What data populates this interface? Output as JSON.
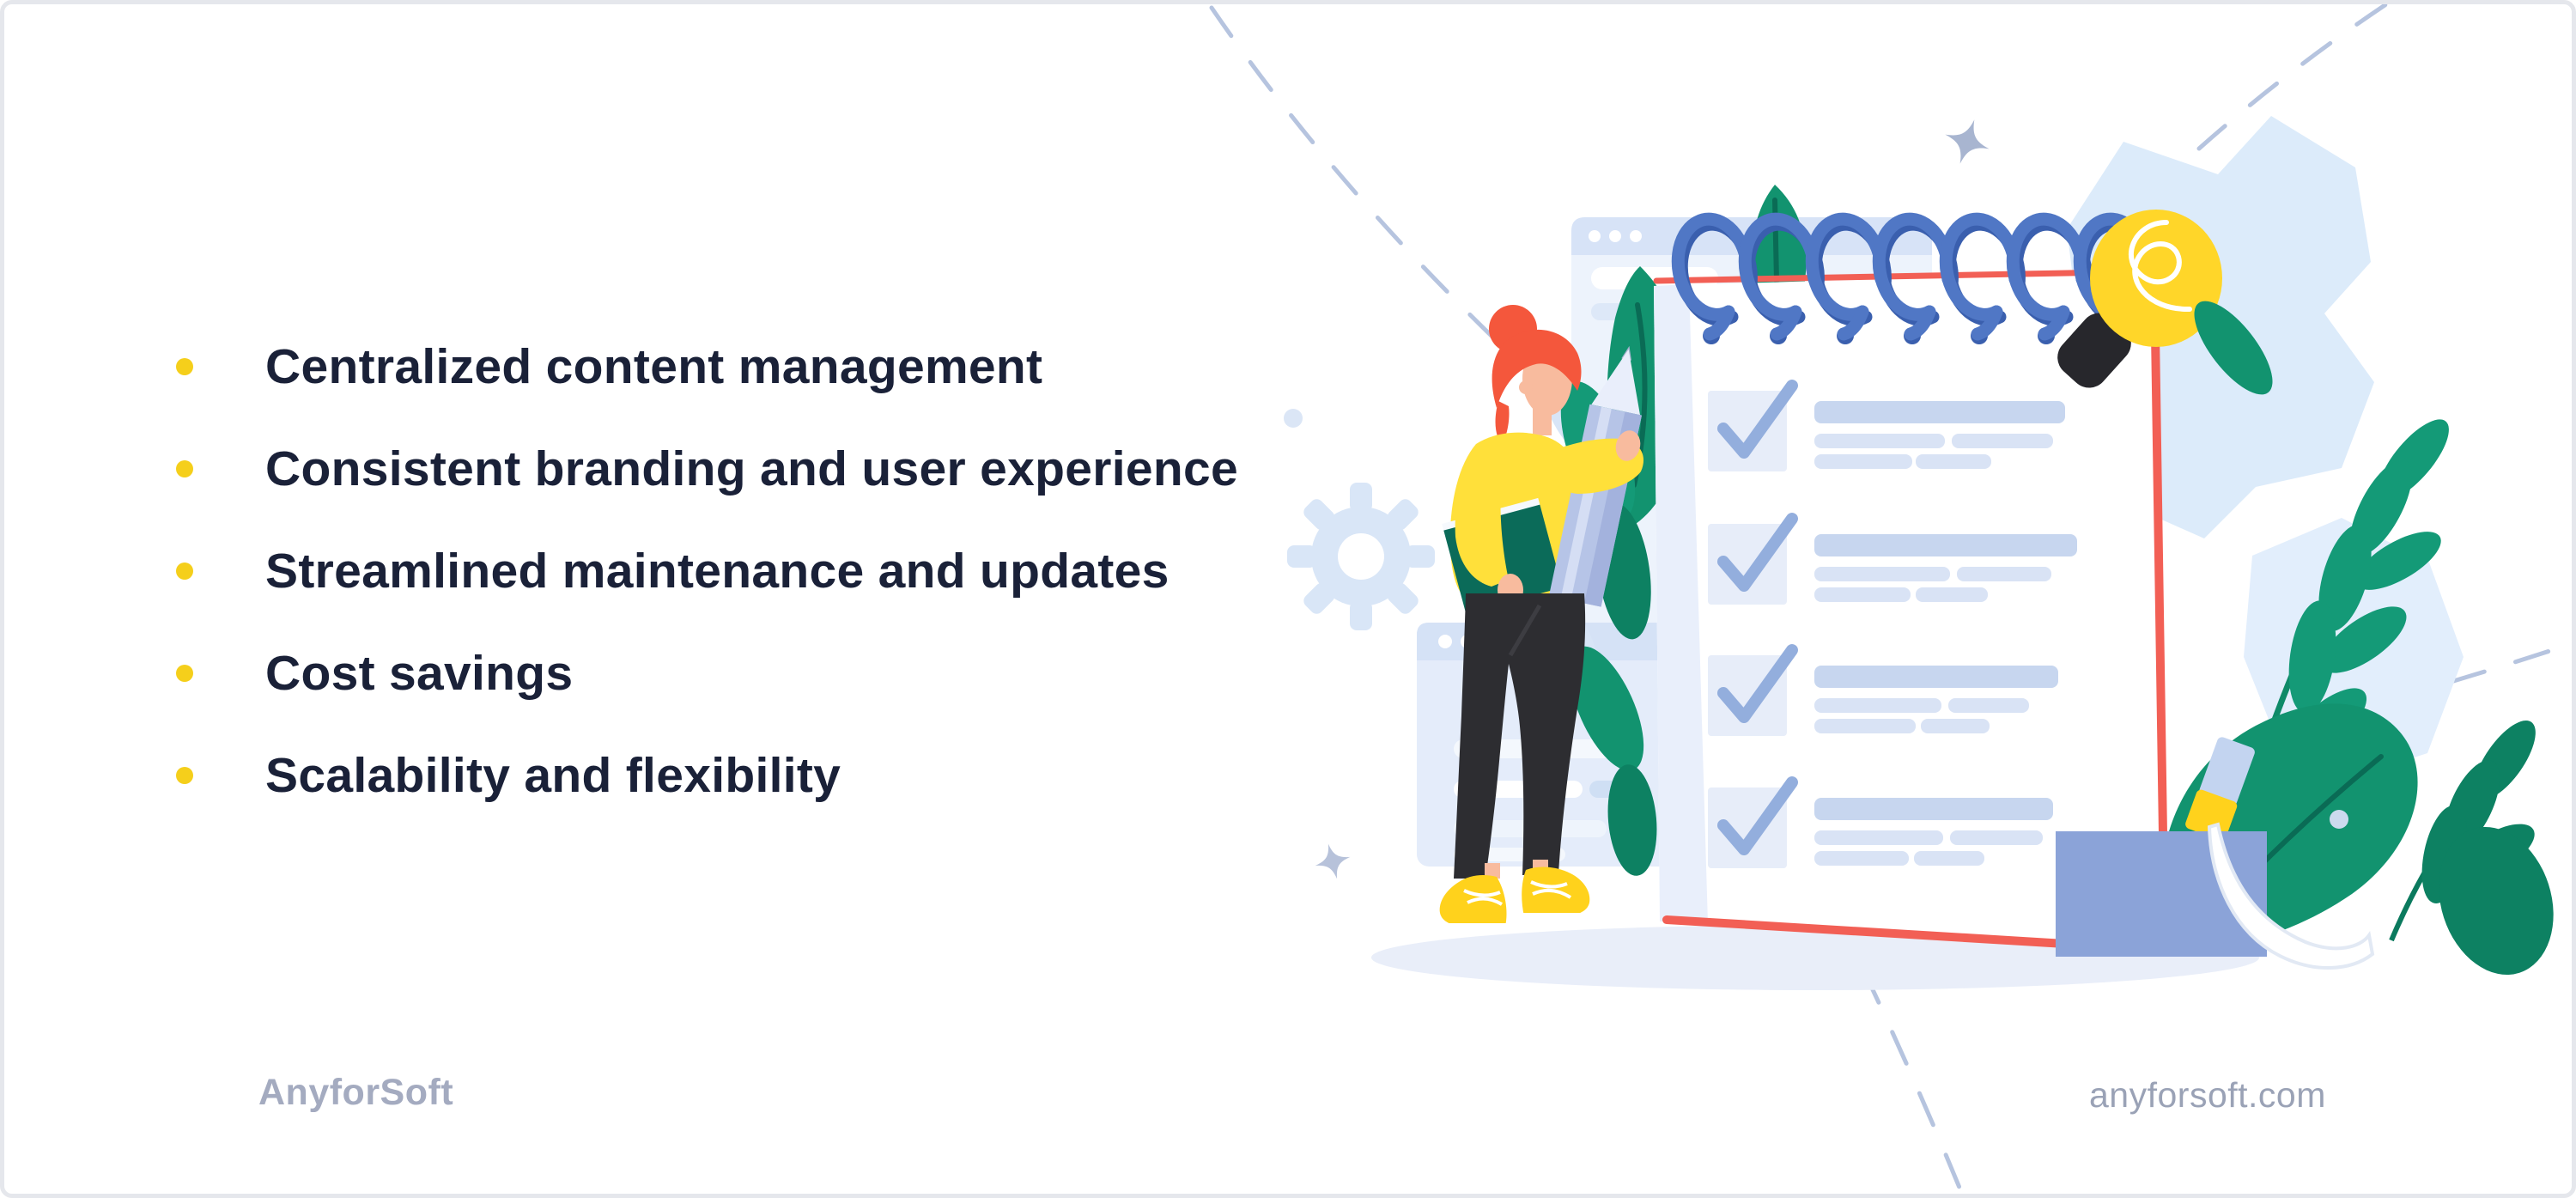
{
  "page": {
    "background": "#ffffff",
    "border_color": "#e5e7ec"
  },
  "benefits": {
    "items": [
      {
        "label": "Centralized content management"
      },
      {
        "label": "Consistent branding and user experience"
      },
      {
        "label": "Streamlined maintenance and updates"
      },
      {
        "label": "Cost savings"
      },
      {
        "label": "Scalability and flexibility"
      }
    ],
    "bullet_color": "#f5cf1b",
    "text_color": "#1a2138"
  },
  "footer": {
    "brand": "AnyforSoft",
    "website": "anyforsoft.com",
    "brand_color": "#a4abc0",
    "website_color": "#9aa2b6"
  },
  "illustration": {
    "description": "Woman with red hair in a yellow sweater holding a giant pencil and a teal notebook, standing beside a large spiral-bound checklist notepad with blue checkmarks, a yellow lightbulb, green plants, light-blue browser windows, a gear, sparkles and dashed paths",
    "checklist_rows": 4,
    "spiral_rings": 7,
    "palette": {
      "ring_blue": "#5077c5",
      "ring_shadow_blue": "#3a5fae",
      "accent_red": "#f25f55",
      "bulb_yellow": "#ffd629",
      "bulb_base_black": "#27272c",
      "leaf_green": "#12936f",
      "leaf_dark": "#0d8162",
      "light_blue_blob": "#dcebfa",
      "sweater_yellow": "#ffe03a",
      "hair_red": "#f4573c",
      "skin": "#f8bb9e",
      "pants": "#2d2d31",
      "shoe_yellow": "#ffd21c",
      "pencil_blue": "#b6c4e7",
      "sharpener_blue": "#8ba3d8",
      "checkbox_fill": "#e7edf9",
      "check_blue": "#93aedd",
      "bar_blue": "#c7d6ef",
      "ground_shadow": "#e9eef9",
      "dashed_line": "#b6c4df",
      "star_gray": "#a8b5d0"
    }
  }
}
